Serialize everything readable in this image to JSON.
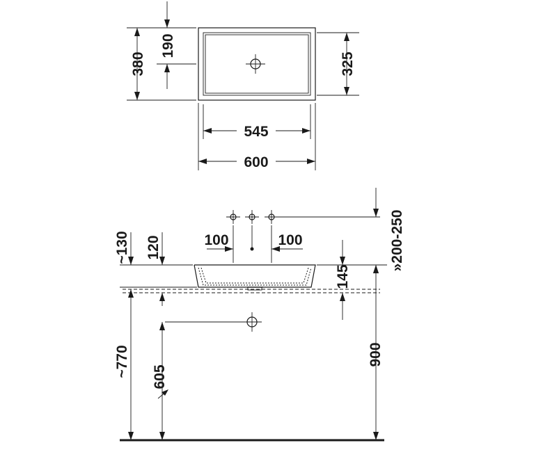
{
  "top_view": {
    "height_outer": "380",
    "height_to_center": "190",
    "height_inner": "325",
    "width_inner": "545",
    "width_outer": "600"
  },
  "front_view": {
    "fitting_spacing_left": "100",
    "fitting_spacing_right": "100",
    "tap_height": "»200-250",
    "basin_height": "145",
    "height_approx_130": "~130",
    "height_120": "120",
    "height_approx_770": "~770",
    "height_605": "605",
    "height_900": "900"
  }
}
